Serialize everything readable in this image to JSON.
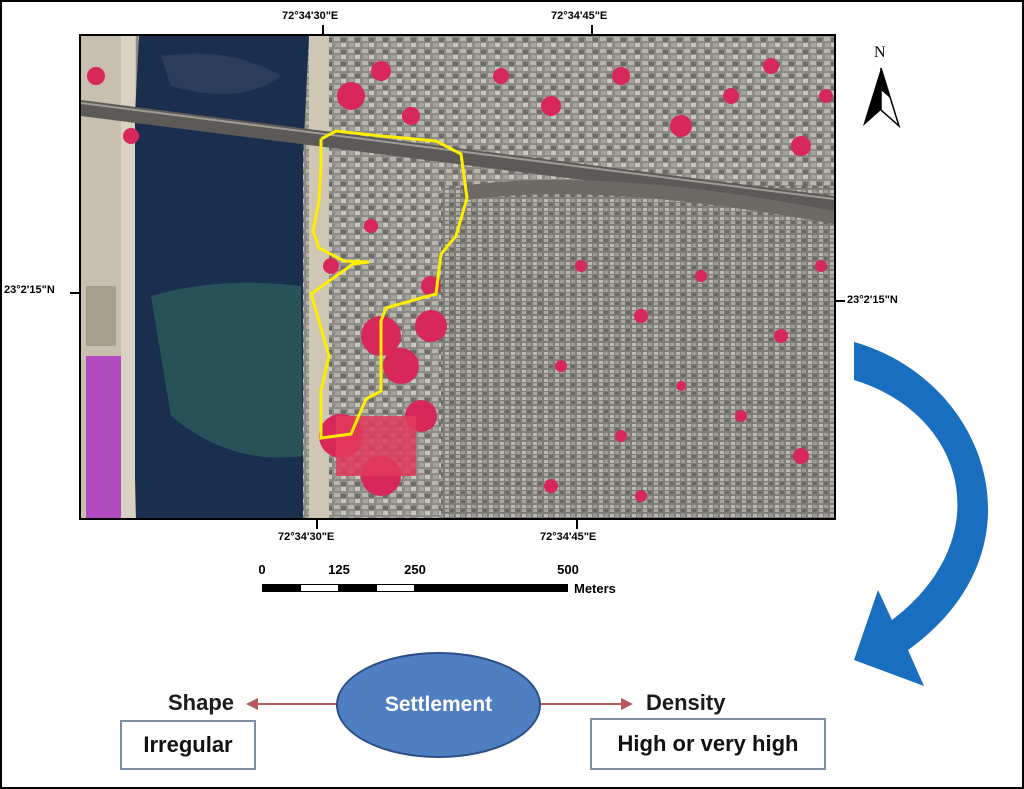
{
  "map": {
    "top_coords": [
      "72°34'30\"E",
      "72°34'45\"E"
    ],
    "bottom_coords": [
      "72°34'30\"E",
      "72°34'45\"E"
    ],
    "left_coord": "23°2'15\"N",
    "right_coord": "23°2'15\"N",
    "north_label": "N",
    "scale": {
      "ticks": [
        "0",
        "125",
        "250",
        "500"
      ],
      "unit": "Meters"
    }
  },
  "diagram": {
    "center": "Settlement",
    "left_label": "Shape",
    "left_value": "Irregular",
    "right_label": "Density",
    "right_value": "High or very high"
  },
  "colors": {
    "vegetation": "#d8285a",
    "water": "#1a2f4d",
    "outline": "#ffee00",
    "ellipse": "#4f7fc1",
    "arrow": "#1a6ec0",
    "link_arrow": "#b55a5a"
  }
}
